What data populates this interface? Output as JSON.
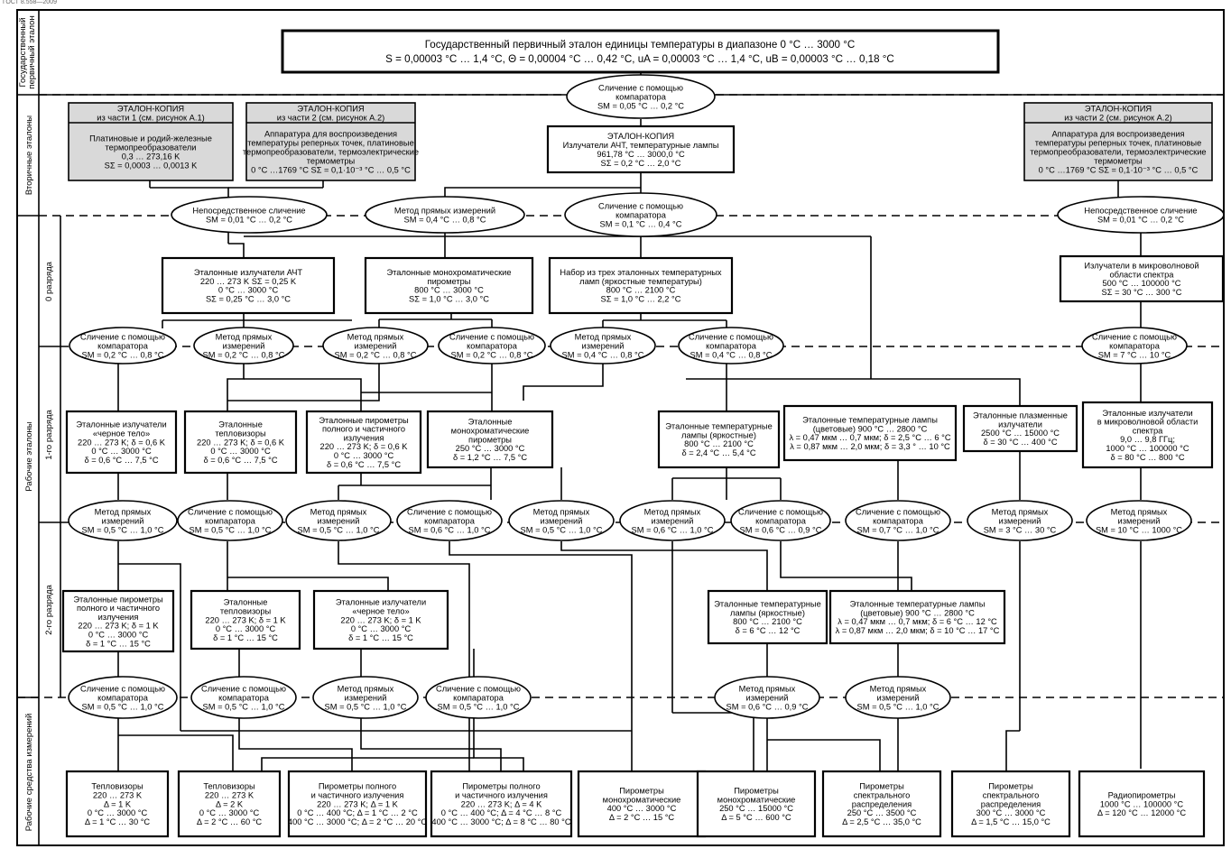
{
  "doc_code": "ГОСТ 8.558—2009",
  "rows": {
    "primary": "Государственный первичный эталон",
    "secondary": "Вторичные эталоны",
    "working": "Рабочие эталоны",
    "rank0": "0 разряда",
    "rank1": "1-го разряда",
    "rank2": "2-го разряда",
    "instruments": "Рабочие средства измерений"
  },
  "primary_standard": {
    "line1": "Государственный первичный эталон единицы температуры в диапазоне 0 °C … 3000 °C",
    "line2": "S = 0,00003 °C … 1,4 °C,    Θ = 0,00004 °C … 0,42 °C,    uA = 0,00003 °C … 1,4 °C,    uB = 0,00003 °C … 0,18 °C"
  },
  "secondary": {
    "copy1": {
      "head": [
        "ЭТАЛОН-КОПИЯ",
        "из части 1 (см. рисунок А.1)"
      ],
      "body": [
        "Платиновые и родий-железные",
        "термопреобразователи",
        "0,3 … 273,16 K",
        "SΣ = 0,0003 … 0,0013 K"
      ]
    },
    "copy2": {
      "head": [
        "ЭТАЛОН-КОПИЯ",
        "из части 2 (см. рисунок А.2)"
      ],
      "body": [
        "Аппаратура для воспроизведения",
        "температуры реперных точек, платиновые",
        "термопреобразователи, термоэлектрические",
        "термометры",
        "0 °C …1769 °C   SΣ = 0,1·10⁻³ °C … 0,5 °C"
      ]
    },
    "copy3": {
      "lines": [
        "ЭТАЛОН-КОПИЯ",
        "Излучатели АЧТ, температурные лампы",
        "961,78 °C … 3000,0 °C",
        "SΣ = 0,2 °C … 2,0 °C"
      ]
    },
    "copy4": {
      "head": [
        "ЭТАЛОН-КОПИЯ",
        "из части 2 (см. рисунок А.2)"
      ],
      "body": [
        "Аппаратура для воспроизведения",
        "температуры реперных точек, платиновые",
        "термопреобразователи, термоэлектрические",
        "термометры",
        "0 °C …1769 °C   SΣ = 0,1·10⁻³ °C … 0,5 °C"
      ]
    }
  },
  "methods": {
    "m_top": [
      "Сличение с помощью",
      "компаратора",
      "SM = 0,05 °C … 0,2 °C"
    ],
    "m1": [
      "Непосредственное сличение",
      "SM = 0,01 °C … 0,2 °C"
    ],
    "m2": [
      "Метод прямых измерений",
      "SM = 0,4 °C … 0,8 °C"
    ],
    "m3": [
      "Сличение с помощью",
      "компаратора",
      "SM = 0,1 °C … 0,4 °C"
    ],
    "m4": [
      "Непосредственное сличение",
      "SM = 0,01 °C … 0,2 °C"
    ],
    "r0a": [
      "Сличение с помощью",
      "компаратора",
      "SM = 0,2 °C … 0,8 °C"
    ],
    "r0b": [
      "Метод прямых",
      "измерений",
      "SM = 0,2 °C … 0,8 °C"
    ],
    "r0c": [
      "Метод прямых",
      "измерений",
      "SM = 0,2 °C … 0,8 °C"
    ],
    "r0d": [
      "Сличение с помощью",
      "компаратора",
      "SM = 0,2 °C … 0,8 °C"
    ],
    "r0e": [
      "Метод прямых",
      "измерений",
      "SM = 0,4 °C … 0,8 °C"
    ],
    "r0f": [
      "Сличение с помощью",
      "компаратора",
      "SM = 0,4 °C … 0,8 °C"
    ],
    "r0g": [
      "Сличение с помощью",
      "компаратора",
      "SM = 7 °C … 10 °C"
    ],
    "r1a": [
      "Метод прямых",
      "измерений",
      "SM = 0,5 °C … 1,0 °C"
    ],
    "r1b": [
      "Сличение с помощью",
      "компаратора",
      "SM = 0,5 °C … 1,0 °C"
    ],
    "r1c": [
      "Метод прямых",
      "измерений",
      "SM = 0,5 °C … 1,0 °C"
    ],
    "r1d": [
      "Сличение с помощью",
      "компаратора",
      "SM = 0,6 °C … 1,0 °C"
    ],
    "r1e": [
      "Метод прямых",
      "измерений",
      "SM = 0,5 °C … 1,0 °C"
    ],
    "r1f": [
      "Метод прямых",
      "измерений",
      "SM = 0,6 °C … 1,0 °C"
    ],
    "r1g": [
      "Сличение с помощью",
      "компаратора",
      "SM = 0,6 °C … 0,9 °C"
    ],
    "r1h": [
      "Сличение с помощью",
      "компаратора",
      "SM = 0,7 °C … 1,0 °C"
    ],
    "r1i": [
      "Метод прямых",
      "измерений",
      "SM = 3 °C … 30 °C"
    ],
    "r1j": [
      "Метод прямых",
      "измерений",
      "SM = 10 °C … 1000 °C"
    ],
    "r2a": [
      "Сличение с помощью",
      "компаратора",
      "SM = 0,5 °C … 1,0 °C"
    ],
    "r2b": [
      "Сличение с помощью",
      "компаратора",
      "SM = 0,5 °C … 1,0 °C"
    ],
    "r2c": [
      "Метод прямых",
      "измерений",
      "SM = 0,5 °C … 1,0 °C"
    ],
    "r2d": [
      "Сличение с помощью",
      "компаратора",
      "SM = 0,5 °C … 1,0 °C"
    ],
    "r2e": [
      "Метод прямых",
      "измерений",
      "SM = 0,6 °C … 0,9 °C"
    ],
    "r2f": [
      "Метод прямых",
      "измерений",
      "SM = 0,5 °C … 1,0 °C"
    ]
  },
  "rank0_boxes": {
    "b1": [
      "Эталонные излучатели АЧТ",
      "220 … 273 K SΣ = 0,25 K",
      "0 °C … 3000 °C",
      "SΣ = 0,25 °C … 3,0 °C"
    ],
    "b2": [
      "Эталонные монохроматические",
      "пирометры",
      "800 °C … 3000 °C",
      "SΣ = 1,0 °C … 3,0 °C"
    ],
    "b3": [
      "Набор из трех эталонных температурных",
      "ламп (яркостные температуры)",
      "800 °C … 2100 °C",
      "SΣ = 1,0 °C … 2,2 °C"
    ],
    "b4": [
      "Излучатели в микроволновой",
      "области спектра",
      "500 °C … 100000 °C",
      "SΣ = 30 °C … 300 °C"
    ]
  },
  "rank1_boxes": {
    "b1": [
      "Эталонные излучатели",
      "«черное тело»",
      "220 … 273 K; δ = 0,6 K",
      "0 °C … 3000 °C",
      "δ = 0,6 °C … 7,5 °C"
    ],
    "b2": [
      "Эталонные",
      "тепловизоры",
      "220 … 273 K; δ = 0,6 K",
      "0 °C … 3000 °C",
      "δ = 0,6 °C … 7,5 °C"
    ],
    "b3": [
      "Эталонные пирометры",
      "полного и частичного",
      "излучения",
      "220 … 273 K; δ = 0,6 K",
      "0 °C … 3000 °C",
      "δ = 0,6 °C … 7,5 °C"
    ],
    "b4": [
      "Эталонные",
      "монохроматические",
      "пирометры",
      "250 °C … 3000 °C",
      "δ = 1,2 °C … 7,5 °C"
    ],
    "b5": [
      "Эталонные температурные",
      "лампы (яркостные)",
      "800 °C … 2100 °C",
      "δ = 2,4 °C … 5,4 °C"
    ],
    "b6": [
      "Эталонные температурные лампы",
      "(цветовые) 900 °C … 2800 °C",
      "λ = 0,47 мкм … 0,7 мкм; δ = 2,5 °C … 6 °C",
      "λ = 0,87 мкм … 2,0 мкм; δ = 3,3 ° … 10 °C"
    ],
    "b7": [
      "Эталонные плазменные",
      "излучатели",
      "2500 °C … 15000 °C",
      "δ = 30 °C … 400 °C"
    ],
    "b8": [
      "Эталонные излучатели",
      "в микроволновой области",
      "спектра",
      "9,0 … 9,8 ГГц;",
      "1000 °C … 100000 °C",
      "δ = 80 °C … 800 °C"
    ]
  },
  "rank2_boxes": {
    "b1": [
      "Эталонные пирометры",
      "полного и частичного",
      "излучения",
      "220 … 273 K; δ = 1 K",
      "0 °C … 3000 °C",
      "δ = 1 °C … 15 °C"
    ],
    "b2": [
      "Эталонные",
      "тепловизоры",
      "220 … 273 K; δ = 1 K",
      "0 °C … 3000 °C",
      "δ = 1 °C … 15 °C"
    ],
    "b3": [
      "Эталонные излучатели",
      "«черное тело»",
      "220 … 273 K; δ = 1 K",
      "0 °C … 3000 °C",
      "δ = 1 °C … 15 °C"
    ],
    "b4": [
      "Эталонные температурные",
      "лампы (яркостные)",
      "800 °C … 2100 °C",
      "δ = 6 °C … 12 °C"
    ],
    "b5": [
      "Эталонные температурные лампы",
      "(цветовые) 900 °C … 2800 °C",
      "λ = 0,47 мкм … 0,7 мкм; δ = 6 °C … 12 °C",
      "λ = 0,87 мкм … 2,0 мкм; δ = 10 °C … 17 °C"
    ]
  },
  "instruments": {
    "i1": [
      "Тепловизоры",
      "220 … 273 K",
      "Δ = 1 K",
      "0 °C … 3000 °C",
      "Δ = 1 °C … 30 °C"
    ],
    "i2": [
      "Тепловизоры",
      "220 … 273 K",
      "Δ = 2 K",
      "0 °C … 3000 °C",
      "Δ = 2 °C … 60 °C"
    ],
    "i3": [
      "Пирометры полного",
      "и частичного излучения",
      "220 … 273 K; Δ = 1 K",
      "0 °C … 400 °C; Δ = 1 °C … 2 °C",
      "400 °C … 3000 °C; Δ = 2 °C … 20 °C"
    ],
    "i4": [
      "Пирометры полного",
      "и частичного излучения",
      "220 … 273 K; Δ = 4 K",
      "0 °C … 400 °C; Δ = 4 °C … 8 °C",
      "400 °C … 3000 °C; Δ = 8 °C … 80 °C"
    ],
    "i5": [
      "Пирометры",
      "монохроматические",
      "400 °C … 3000 °C",
      "Δ = 2 °C … 15 °C"
    ],
    "i6": [
      "Пирометры",
      "монохроматические",
      "250 °C … 15000 °C",
      "Δ = 5 °C … 600 °C"
    ],
    "i7": [
      "Пирометры",
      "спектрального",
      "распределения",
      "250 °C … 3500 °C",
      "Δ = 2,5 °C … 35,0 °C"
    ],
    "i8": [
      "Пирометры",
      "спектрального",
      "распределения",
      "300 °C … 3000 °C",
      "Δ = 1,5 °C … 15,0 °C"
    ],
    "i9": [
      "Радиопирометры",
      "1000 °C … 100000 °C",
      "Δ = 120 °C … 12000 °C"
    ]
  }
}
